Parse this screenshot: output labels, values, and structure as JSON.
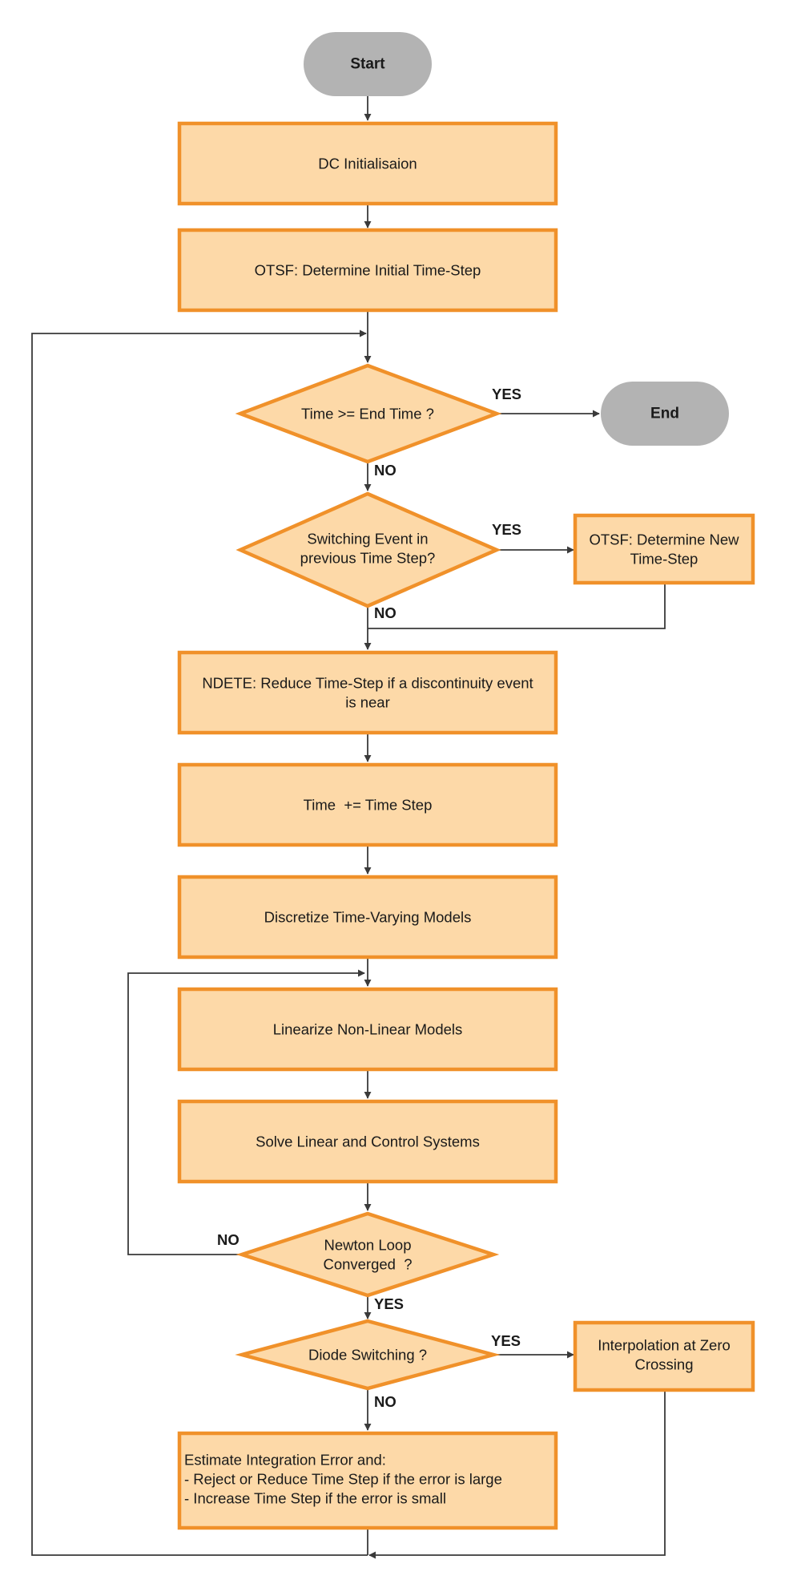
{
  "nodes": {
    "start": "Start",
    "dc_init": "DC Initialisaion",
    "otsf_initial": "OTSF: Determine Initial Time-Step",
    "time_check": "Time >= End Time ?",
    "end": "End",
    "switch_event": {
      "line1": "Switching Event in",
      "line2": "previous Time Step?"
    },
    "otsf_new": {
      "line1": "OTSF: Determine New",
      "line2": "Time-Step"
    },
    "ndete": {
      "line1": "NDETE: Reduce Time-Step if a discontinuity event",
      "line2": "is near"
    },
    "time_increment": "Time  += Time Step",
    "discretize": "Discretize Time-Varying Models",
    "linearize": "Linearize Non-Linear Models",
    "solve": "Solve Linear and Control Systems",
    "newton": {
      "line1": "Newton Loop",
      "line2": "Converged  ?"
    },
    "diode": "Diode Switching ?",
    "interp": {
      "line1": "Interpolation at Zero",
      "line2": "Crossing"
    },
    "estimate": {
      "line1": "Estimate Integration Error and:",
      "line2": "- Reject or Reduce Time Step if the error is large",
      "line3": "- Increase Time Step if the error is small"
    }
  },
  "edge_labels": {
    "time_yes": "YES",
    "time_no": "NO",
    "switch_yes": "YES",
    "switch_no": "NO",
    "newton_no": "NO",
    "newton_yes": "YES",
    "diode_yes": "YES",
    "diode_no": "NO"
  },
  "colors": {
    "process_fill": "#fdd9a8",
    "process_stroke": "#f0912a",
    "terminal_fill": "#b3b3b3",
    "connector": "#3a3a3a"
  }
}
